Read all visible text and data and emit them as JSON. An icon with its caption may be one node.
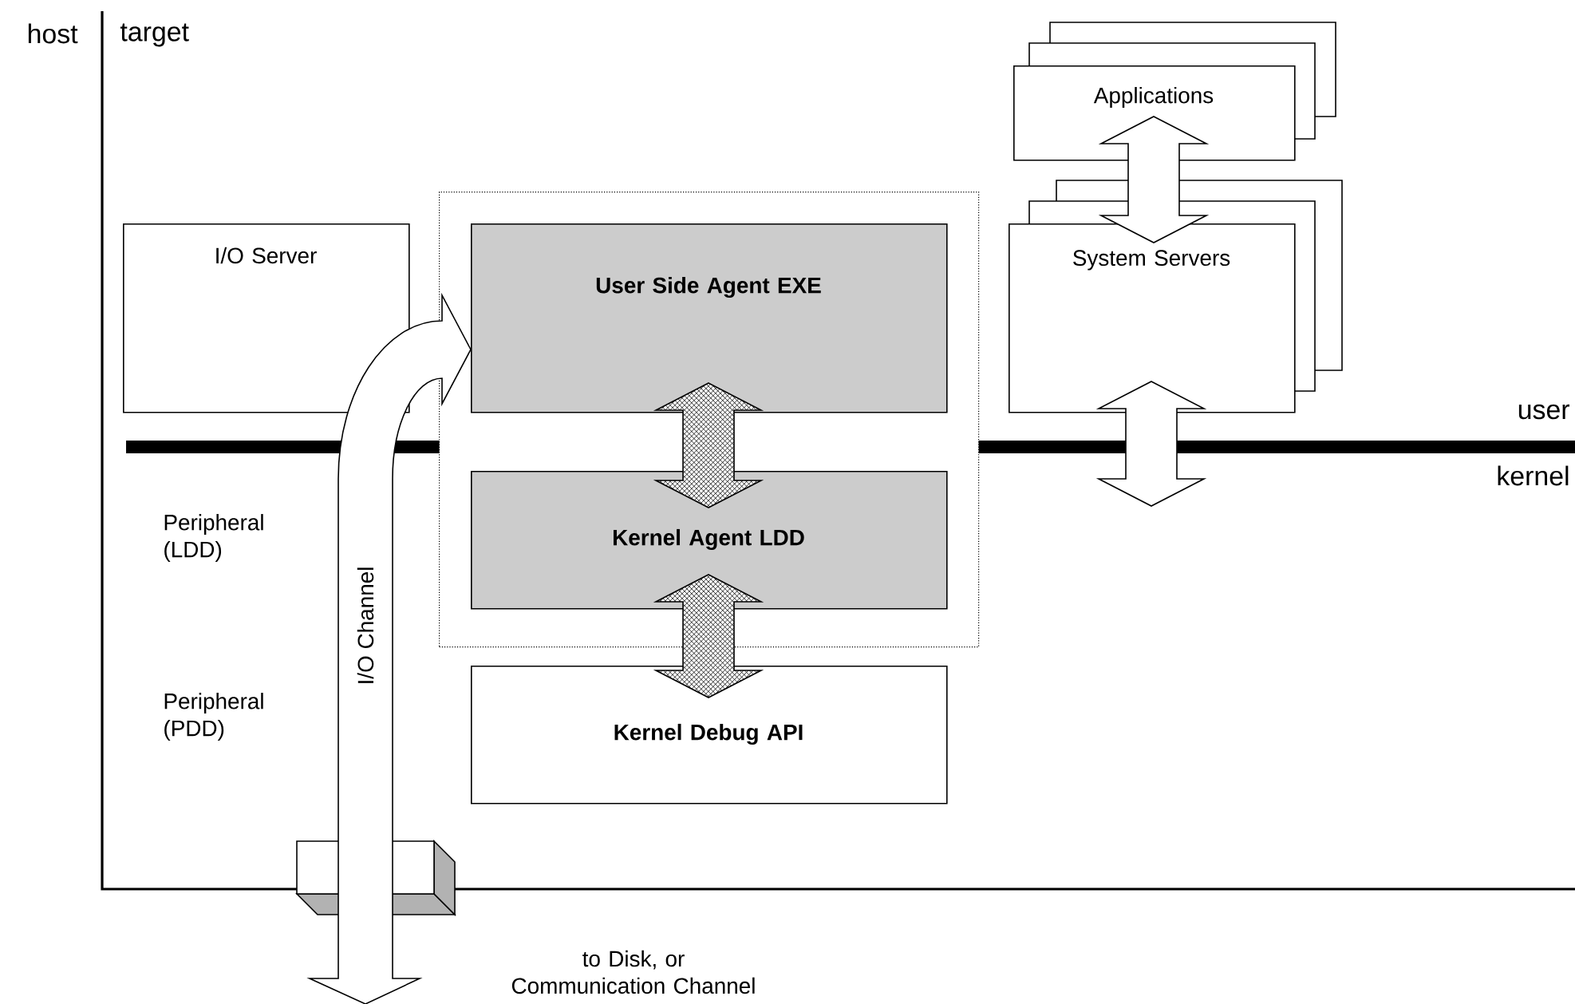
{
  "diagram": {
    "nodes": [
      {
        "text": [
          "Applications"
        ]
      },
      {
        "text": [
          "System Servers"
        ]
      },
      {
        "text": [
          "I/O Server"
        ]
      },
      {
        "text": [],
        "shape": "box"
      },
      {
        "text": [
          "User Side Agent EXE"
        ],
        "in": 3
      },
      {
        "text": [
          "Kernel Agent LDD"
        ],
        "in": 3
      },
      {
        "text": [
          "Kernel Debug API"
        ]
      }
    ],
    "edges": [
      {
        "from": 0,
        "to": 1,
        "arrow": "both"
      },
      {
        "from": 1,
        "to": null,
        "arrow": "both"
      },
      {
        "from": 4,
        "to": 5,
        "arrow": "both"
      },
      {
        "from": 5,
        "to": 6,
        "arrow": "both"
      },
      {
        "from": null,
        "to": 4,
        "arrow": "both",
        "label": "I/O Channel"
      }
    ],
    "labels": [
      "host",
      "target",
      "user",
      "kernel",
      "Peripheral (LDD)",
      "Peripheral (PDD)",
      "to Disk, or Communication Channel"
    ]
  }
}
